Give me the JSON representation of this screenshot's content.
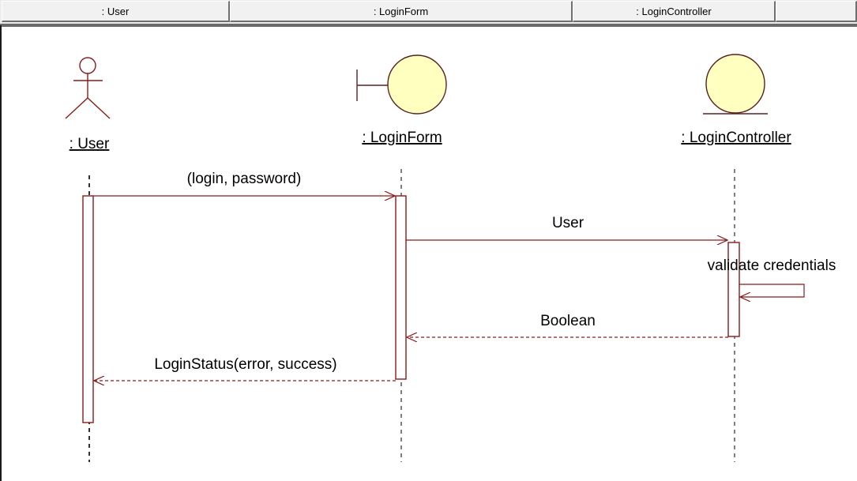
{
  "header": {
    "columns": [
      ": User",
      ": LoginForm",
      ": LoginController",
      ""
    ]
  },
  "objects": {
    "user": {
      "name": ": User",
      "kind": "actor"
    },
    "login_form": {
      "name": ": LoginForm",
      "kind": "boundary"
    },
    "login_controller": {
      "name": ": LoginController",
      "kind": "control"
    }
  },
  "messages": {
    "m1": {
      "label": "(login, password)",
      "type": "call"
    },
    "m2": {
      "label": "User",
      "type": "call"
    },
    "m3": {
      "label": "validate credentials",
      "type": "self-call"
    },
    "m4": {
      "label": "Boolean",
      "type": "return"
    },
    "m5": {
      "label": "LoginStatus(error, success)",
      "type": "return"
    }
  },
  "colors": {
    "line": "#8b1a1a",
    "object_fill": "#ffffc0",
    "activation_fill": "#ffffff"
  }
}
